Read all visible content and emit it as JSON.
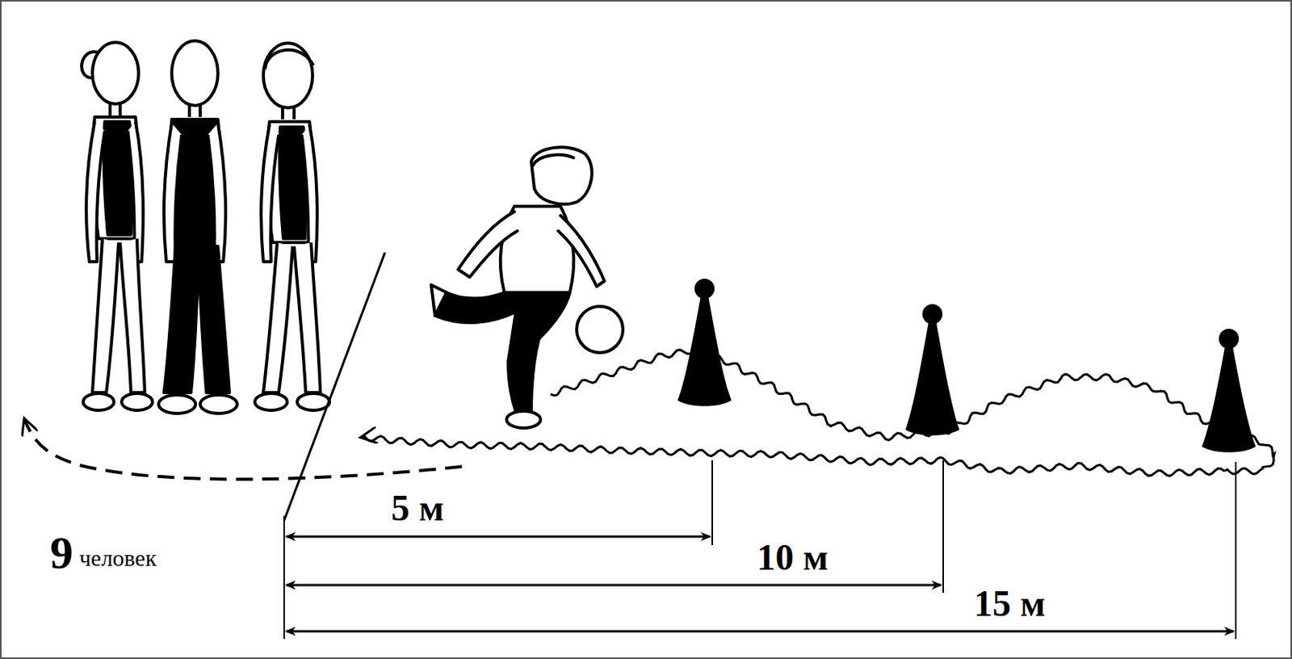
{
  "diagram": {
    "labels": [
      "9",
      "человек",
      "5 м",
      "10 м",
      "15 м"
    ]
  }
}
